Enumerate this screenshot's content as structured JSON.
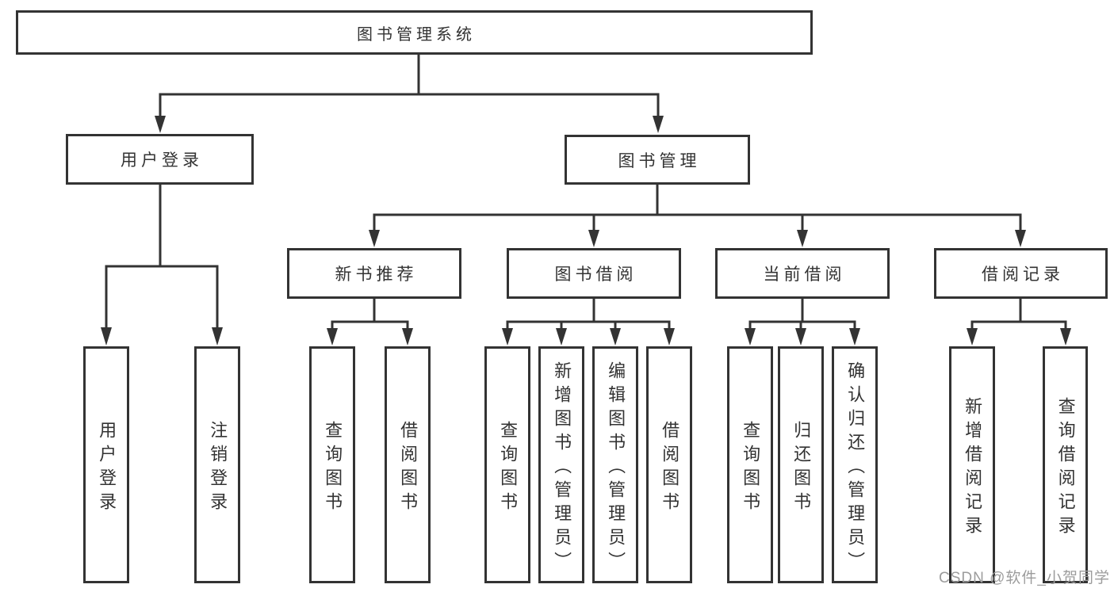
{
  "root": {
    "label": "图书管理系统"
  },
  "branches": [
    {
      "label": "用户登录",
      "children": [
        {
          "label": "用户登录"
        },
        {
          "label": "注销登录"
        }
      ]
    },
    {
      "label": "图书管理",
      "children": [
        {
          "label": "新书推荐",
          "children": [
            {
              "label": "查询图书"
            },
            {
              "label": "借阅图书"
            }
          ]
        },
        {
          "label": "图书借阅",
          "children": [
            {
              "label": "查询图书"
            },
            {
              "label": "新增图书（管理员）"
            },
            {
              "label": "编辑图书（管理员）"
            },
            {
              "label": "借阅图书"
            }
          ]
        },
        {
          "label": "当前借阅",
          "children": [
            {
              "label": "查询图书"
            },
            {
              "label": "归还图书"
            },
            {
              "label": "确认归还（管理员）"
            }
          ]
        },
        {
          "label": "借阅记录",
          "children": [
            {
              "label": "新增借阅记录"
            },
            {
              "label": "查询借阅记录"
            }
          ]
        }
      ]
    }
  ],
  "watermark": {
    "text": "CSDN @软件_小贺同学"
  },
  "colors": {
    "line": "#333333",
    "box_border": "#333333",
    "box_background": "#ffffff",
    "text": "#333333",
    "watermark": "#9c9c9c",
    "background": "#ffffff"
  }
}
